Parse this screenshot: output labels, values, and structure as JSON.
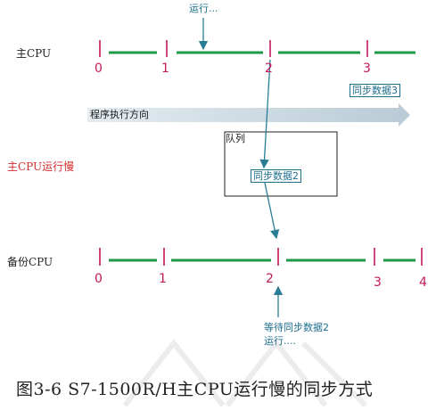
{
  "top_note": "运行...",
  "labels": {
    "primary_cpu": "主CPU",
    "primary_slow": "主CPU运行慢",
    "backup_cpu": "备份CPU"
  },
  "primary_ticks": [
    "0",
    "1",
    "2",
    "3"
  ],
  "backup_ticks": [
    "0",
    "1",
    "2",
    "3",
    "4"
  ],
  "sync_data_3": "同步数据3",
  "sync_data_2": "同步数据2",
  "direction_label": "程序执行方向",
  "queue_label": "队列",
  "wait_note": [
    "等待同步数据2",
    "运行...."
  ],
  "caption": "图3-6  S7-1500R/H主CPU运行慢的同步方式",
  "colors": {
    "timeline": "#1f9a4a",
    "tick": "#c2185b",
    "arrow": "#2a7d95",
    "direction_bar": "#c9d7e0",
    "slow_label": "#d32f2f"
  }
}
